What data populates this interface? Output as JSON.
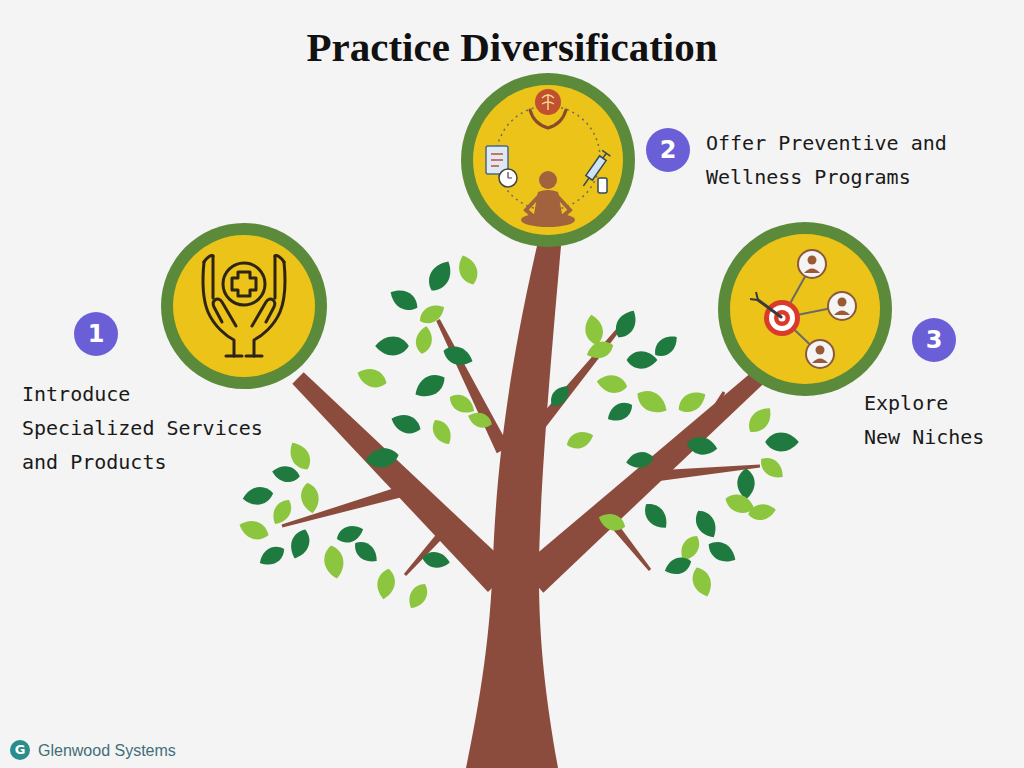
{
  "diagram": {
    "title": "Practice Diversification",
    "nodes": [
      {
        "text": [
          "1",
          "Introduce Specialized Services and Products"
        ]
      },
      {
        "text": [
          "2",
          "Offer Preventive and Wellness Programs"
        ]
      },
      {
        "text": [
          "3",
          "Explore New Niches"
        ]
      }
    ],
    "labels": [
      "G",
      "Glenwood Systems"
    ]
  }
}
